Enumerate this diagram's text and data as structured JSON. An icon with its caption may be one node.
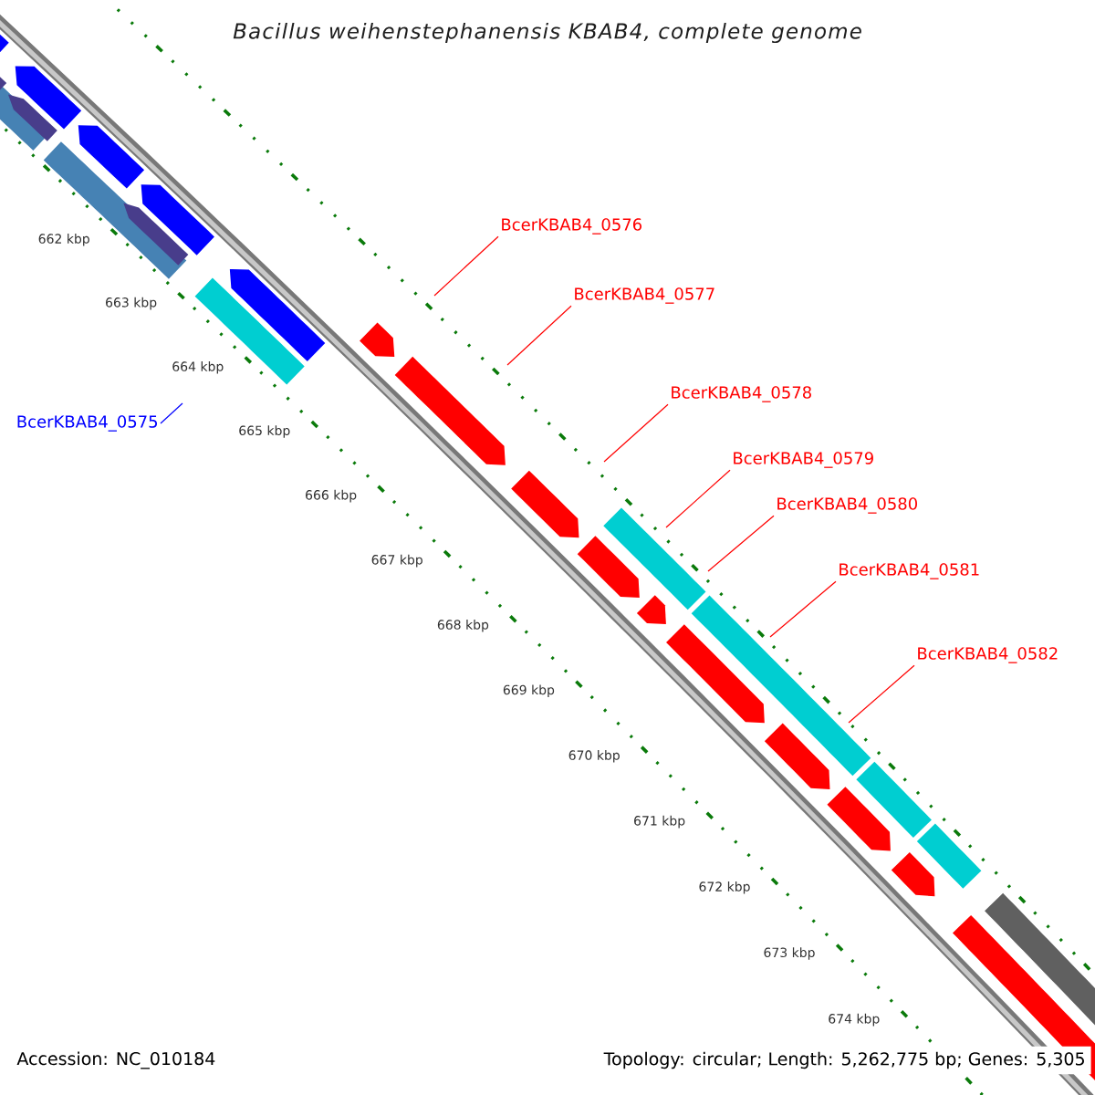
{
  "diagram": {
    "title": "Bacillus weihenstephanensis KBAB4, complete genome",
    "nodes": [
      {
        "text": [
          "BcerKBAB4_0576"
        ]
      },
      {
        "text": [
          "BcerKBAB4_0577"
        ]
      },
      {
        "text": [
          "BcerKBAB4_0578"
        ]
      },
      {
        "text": [
          "BcerKBAB4_0575"
        ]
      },
      {
        "text": [
          "BcerKBAB4_0579"
        ]
      },
      {
        "text": [
          "BcerKBAB4_0580"
        ]
      },
      {
        "text": [
          "BcerKBAB4_0581"
        ]
      },
      {
        "text": [
          "BcerKBAB4_0582"
        ]
      }
    ],
    "edges": [
      {
        "from": 0,
        "to": null,
        "arrow": "none"
      },
      {
        "from": 1,
        "to": null,
        "arrow": "none"
      },
      {
        "from": 2,
        "to": null,
        "arrow": "none"
      },
      {
        "from": 3,
        "to": null,
        "arrow": "none",
        "color": "#0000ff"
      },
      {
        "from": 4,
        "to": null,
        "arrow": "none"
      },
      {
        "from": 5,
        "to": null,
        "arrow": "none"
      },
      {
        "from": 6,
        "to": null,
        "arrow": "none"
      },
      {
        "from": 7,
        "to": null,
        "arrow": "none"
      }
    ],
    "labels": [
      "662 kbp",
      "663 kbp",
      "664 kbp",
      "665 kbp",
      "666 kbp",
      "667 kbp",
      "668 kbp",
      "669 kbp",
      "670 kbp",
      "671 kbp",
      "672 kbp",
      "673 kbp",
      "674 kbp",
      "Accession: NC_010184",
      "Topology: circular; Length: 5,262,775 bp; Genes: 5,305"
    ]
  }
}
